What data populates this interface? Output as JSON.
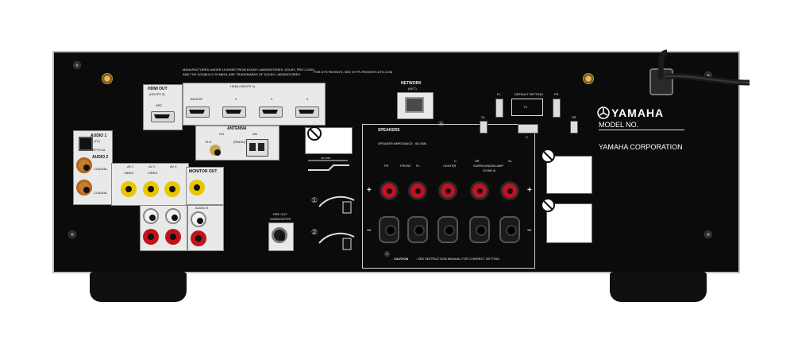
{
  "brand": {
    "name": "YAMAHA",
    "model_label": "MODEL NO.",
    "corporation": "YAMAHA CORPORATION"
  },
  "license_text": {
    "line1": "MANUFACTURED UNDER LICENSE FROM DOLBY LABORATORIES. DOLBY, PRO LOGIC,",
    "line2": "AND THE DOUBLE-D SYMBOL ARE TRADEMARKS OF DOLBY LABORATORIES.",
    "dts": "FOR DTS PATENTS, SEE HTTP://PATENTS.DTS.COM"
  },
  "hdmi": {
    "out_label": "HDMI OUT",
    "out_sub": "(HDCP2.3)",
    "arc": "ARC",
    "in_label": "HDMI",
    "in_sub": "(HDCP2.3)",
    "ports": [
      "BD/DVD",
      "2",
      "3",
      "4"
    ]
  },
  "network": {
    "label": "NETWORK",
    "sub": "(NET)"
  },
  "antenna": {
    "label": "ANTENNA",
    "fm": "FM",
    "am": "AM",
    "ohm": "75 Ω",
    "radio": "(RADIO)"
  },
  "audio_inputs": {
    "audio1": "AUDIO 1",
    "audio1_sub": "(TV)",
    "optical": "OPTICAL",
    "audio2": "AUDIO 2",
    "coaxial": "COAXIAL",
    "coaxial2": "COAXIAL",
    "audio3": "AUDIO 3"
  },
  "av_inputs": {
    "av1": "AV 1",
    "av2": "AV 2",
    "av3": "AV 3",
    "video": "VIDEO"
  },
  "monitor_out": "MONITOR OUT",
  "pre_out": {
    "label": "PRE OUT",
    "sub": "SUBWOOFER"
  },
  "speakers": {
    "label": "SPEAKERS",
    "impedance": "SPEAKER IMPEDANCE : 6Ω MIN.",
    "front": "FRONT",
    "center": "CENTER",
    "surround": "SURROUND/BI-AMP",
    "zone": "/ZONE B",
    "fr": "FR",
    "fl": "FL",
    "c": "C",
    "sr": "SR",
    "sl": "SL",
    "caution_title": "CAUTION",
    "caution_text": ": SEE INSTRUCTION MANUAL FOR CORRECT SETTING."
  },
  "default_setting": {
    "label": "DEFAULT SETTING",
    "tv": "TV",
    "fl": "FL",
    "fr": "FR",
    "c": "C",
    "sl": "SL",
    "sr": "SR"
  },
  "signs": {
    "plus": "+",
    "minus": "–",
    "mm": "10 mm",
    "step1": "①",
    "step2": "②"
  },
  "colors": {
    "chassis": "#0b0b0b",
    "rca_yellow": "#e8c700",
    "rca_red": "#c0141c",
    "rca_white": "#f2f2f2",
    "binding_red": "#c3121f"
  }
}
